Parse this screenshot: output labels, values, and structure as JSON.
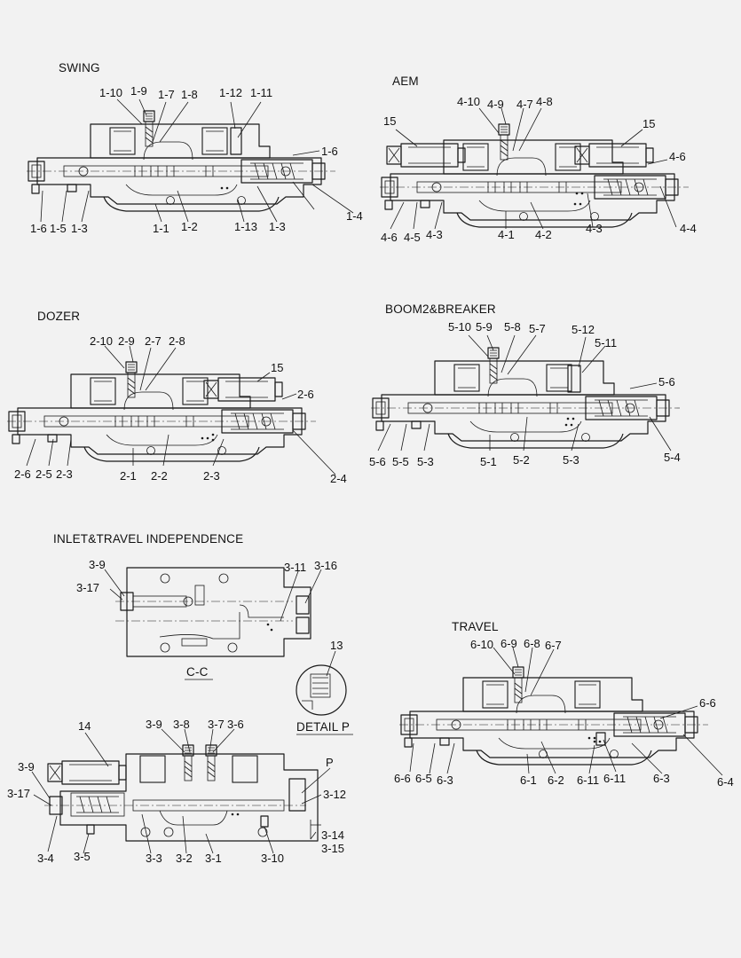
{
  "views": {
    "swing": {
      "title": "SWING",
      "labels": [
        "1-10",
        "1-9",
        "1-7",
        "1-8",
        "1-12",
        "1-11",
        "1-6",
        "1-6",
        "1-5",
        "1-3",
        "1-1",
        "1-2",
        "1-13",
        "1-3",
        "1-4"
      ]
    },
    "aem": {
      "title": "AEM",
      "labels": [
        "4-10",
        "4-9",
        "4-7",
        "4-8",
        "15",
        "15",
        "4-6",
        "4-6",
        "4-5",
        "4-3",
        "4-1",
        "4-2",
        "4-3",
        "4-4"
      ]
    },
    "dozer": {
      "title": "DOZER",
      "labels": [
        "2-10",
        "2-9",
        "2-7",
        "2-8",
        "15",
        "2-6",
        "2-6",
        "2-5",
        "2-3",
        "2-1",
        "2-2",
        "2-3",
        "2-4"
      ]
    },
    "boom2": {
      "title": "BOOM2&BREAKER",
      "labels": [
        "5-10",
        "5-9",
        "5-8",
        "5-7",
        "5-12",
        "5-11",
        "5-6",
        "5-6",
        "5-5",
        "5-3",
        "5-1",
        "5-2",
        "5-3",
        "5-4"
      ]
    },
    "inlet": {
      "title": "INLET&TRAVEL INDEPENDENCE",
      "labels": [
        "3-9",
        "3-17",
        "3-11",
        "3-16"
      ]
    },
    "section_cc": {
      "title": "C-C"
    },
    "detail_p": {
      "title": "DETAIL P",
      "labels": [
        "13"
      ]
    },
    "inlet_main": {
      "labels": [
        "14",
        "3-9",
        "3-8",
        "3-7",
        "3-6",
        "P",
        "3-9",
        "3-17",
        "3-12",
        "3-4",
        "3-5",
        "3-3",
        "3-2",
        "3-1",
        "3-10",
        "3-14",
        "3-15"
      ]
    },
    "travel": {
      "title": "TRAVEL",
      "labels": [
        "6-10",
        "6-9",
        "6-8",
        "6-7",
        "6-6",
        "6-6",
        "6-5",
        "6-3",
        "6-1",
        "6-2",
        "6-11",
        "6-11",
        "6-3",
        "6-4"
      ]
    }
  }
}
